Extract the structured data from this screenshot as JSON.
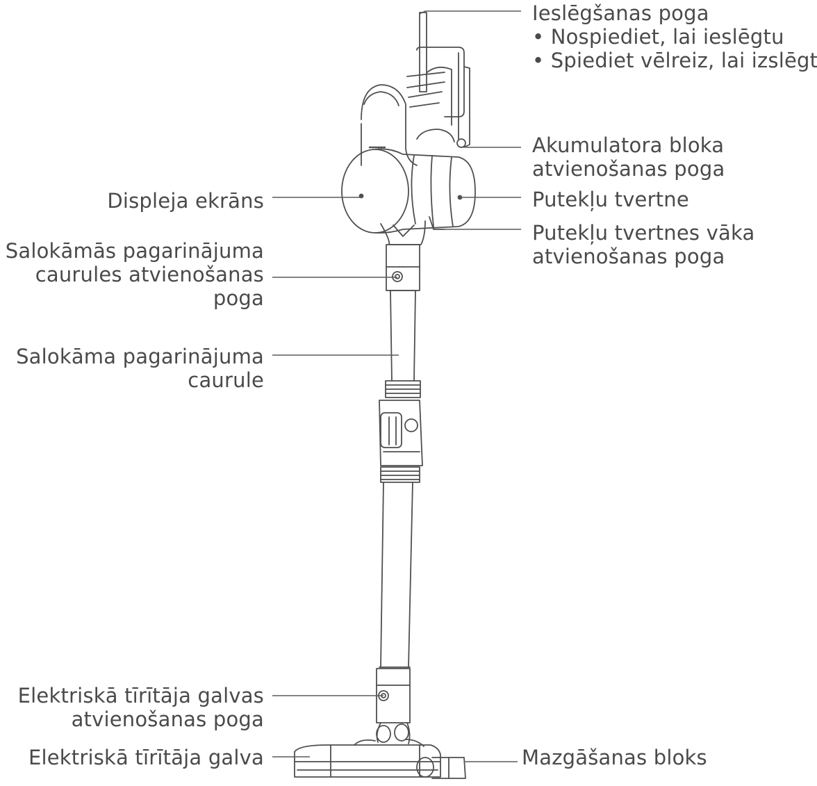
{
  "labels": {
    "power_button": {
      "title": "Ieslēgšanas poga",
      "bullets": [
        "• Nospiediet, lai ieslēgtu",
        "• Spiediet vēlreiz, lai izslēgtu"
      ]
    },
    "battery_release": [
      "Akumulatora bloka",
      "atvienošanas poga"
    ],
    "dust_bin": [
      "Putekļu tvertne"
    ],
    "dust_bin_lid_release": [
      "Putekļu tvertnes vāka",
      "atvienošanas poga"
    ],
    "display_screen": [
      "Displeja ekrāns"
    ],
    "tube_release": [
      "Salokāmās pagarinājuma",
      "caurules atvienošanas",
      "poga"
    ],
    "extension_tube": [
      "Salokāma pagarinājuma",
      "caurule"
    ],
    "head_release": [
      "Elektriskā tīrītāja galvas",
      "atvienošanas poga"
    ],
    "cleaner_head": [
      "Elektriskā tīrītāja galva"
    ],
    "washing_unit": [
      "Mazgāšanas bloks"
    ]
  }
}
